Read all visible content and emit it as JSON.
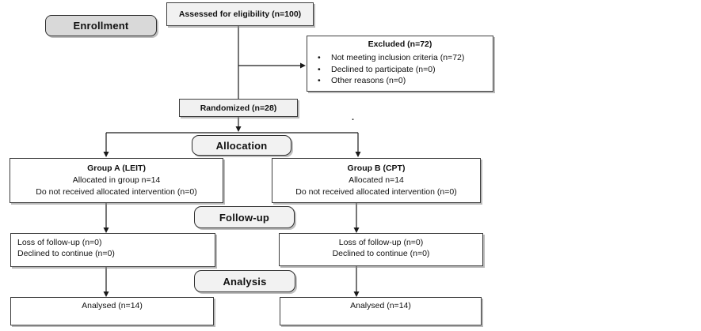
{
  "colors": {
    "box_border": "#3d3d3d",
    "box_fill_white": "#ffffff",
    "box_fill_gray": "#f1f1f1",
    "stage_label_fill": "#d9d9d9",
    "arrow": "#1a1a1a"
  },
  "diagram": {
    "stage_labels": {
      "enrollment": "Enrollment",
      "allocation": "Allocation",
      "followup": "Follow-up",
      "analysis": "Analysis"
    },
    "assessed": {
      "text": "Assessed for eligibility (n=100)"
    },
    "excluded": {
      "title": "Excluded (n=72)",
      "items": [
        "Not meeting inclusion criteria (n=72)",
        "Declined to participate (n=0)",
        "Other reasons (n=0)"
      ]
    },
    "randomized": {
      "text": "Randomized (n=28)"
    },
    "group_a": {
      "title": "Group A (LEIT)",
      "lines": [
        "Allocated in group n=14",
        "Do not received allocated intervention (n=0)"
      ]
    },
    "group_b": {
      "title": "Group B (CPT)",
      "lines": [
        "Allocated n=14",
        "Do not received allocated intervention (n=0)"
      ]
    },
    "followup_left": {
      "lines": [
        "Loss of follow-up (n=0)",
        "Declined to continue (n=0)"
      ]
    },
    "followup_right": {
      "lines": [
        "Loss of follow-up (n=0)",
        "Declined to continue (n=0)"
      ]
    },
    "analysed_left": {
      "text": "Analysed (n=14)"
    },
    "analysed_right": {
      "text": "Analysed (n=14)"
    },
    "stray_mark": "."
  }
}
